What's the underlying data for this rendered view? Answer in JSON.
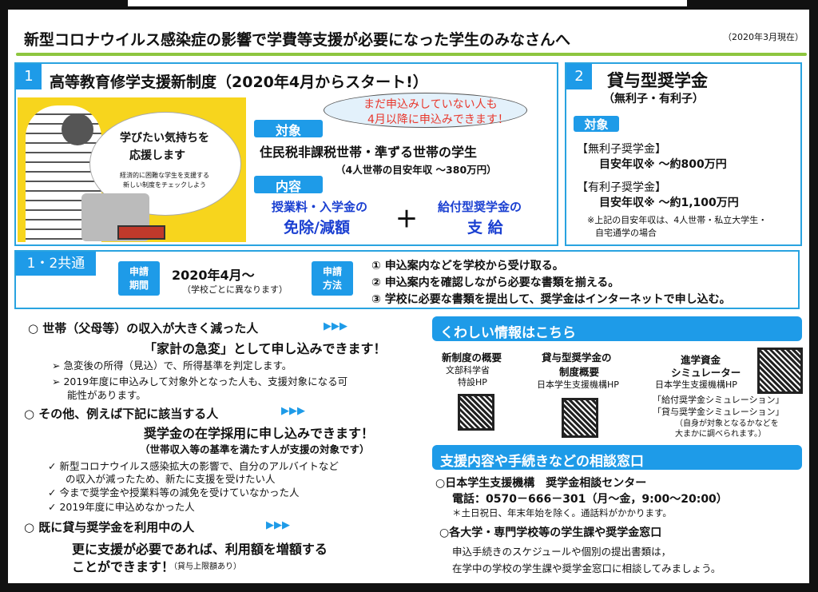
{
  "header": {
    "title": "新型コロナウイルス感染症の影響で学費等支援が必要になった学生のみなさんへ",
    "date": "（2020年3月現在）"
  },
  "section1": {
    "number": "1",
    "title": "高等教育修学支援新制度（2020年4月からスタート!）",
    "illustration": {
      "headline_1": "学びたい気持ちを",
      "headline_2": "応援します",
      "sub_1": "経済的に困難な学生を支援する",
      "sub_2": "新しい制度をチェックしよう"
    },
    "bubble_1": "まだ申込みしていない人も",
    "bubble_2": "4月以降に申込みできます！",
    "target_label": "対象",
    "target_text": "住民税非課税世帯・準ずる世帯の学生",
    "target_sub": "（4人世帯の目安年収 ～380万円）",
    "content_label": "内容",
    "content_a1": "授業料・入学金の",
    "content_a2": "免除/減額",
    "plus": "＋",
    "content_b1": "給付型奨学金の",
    "content_b2": "支 給"
  },
  "section2": {
    "number": "2",
    "title": "貸与型奨学金",
    "subtitle": "（無利子・有利子）",
    "target_label": "対象",
    "items": [
      {
        "name": "【無利子奨学金】",
        "income": "目安年収※ ～約800万円"
      },
      {
        "name": "【有利子奨学金】",
        "income": "目安年収※ ～約1,100万円"
      }
    ],
    "note_1": "※上記の目安年収は、4人世帯・私立大学生・",
    "note_2": "自宅通学の場合"
  },
  "common": {
    "label": "1・2共通",
    "period_label": "申請\n期間",
    "period": "2020年4月～",
    "period_sub": "（学校ごとに異なります）",
    "method_label": "申請\n方法",
    "steps": [
      "① 申込案内などを学校から受け取る。",
      "② 申込案内を確認しながら必要な書類を揃える。",
      "③ 学校に必要な書類を提出して、奨学金はインターネットで申し込む。"
    ]
  },
  "left": {
    "case1_title": "○  世帯（父母等）の収入が大きく減った人",
    "arrows": "▶▶▶",
    "case1_lead": "「家計の急変」として申し込みできます！",
    "case1_items": [
      "急変後の所得（見込）で、所得基準を判定します。",
      "2019年度に申込みして対象外となった人も、支援対象になる可",
      "能性があります。"
    ],
    "case2_title": "○ その他、例えば下記に該当する人",
    "case2_lead": "奨学金の在学採用に申し込みできます！",
    "case2_sub": "（世帯収入等の基準を満たす人が支援の対象です）",
    "case2_items": [
      "新型コロナウイルス感染拡大の影響で、自分のアルバイトなど",
      "の収入が減ったため、新たに支援を受けたい人",
      "今まで奨学金や授業料等の減免を受けていなかった人",
      "2019年度に申込めなかった人"
    ],
    "case3_title": "○  既に貸与奨学金を利用中の人",
    "case3_lead_1": "更に支援が必要であれば、利用額を増額する",
    "case3_lead_2": "ことができます！",
    "case3_note": "（貸与上限額あり）"
  },
  "info": {
    "header": "くわしい情報はこちら",
    "col1_title": "新制度の概要",
    "col1_sub1": "文部科学省",
    "col1_sub2": "特設HP",
    "col2_title1": "貸与型奨学金の",
    "col2_title2": "制度概要",
    "col2_sub": "日本学生支援機構HP",
    "col3_title1": "進学資金",
    "col3_title2": "シミュレーター",
    "col3_sub": "日本学生支援機構HP",
    "col3_l1": "「給付奨学金シミュレーション」",
    "col3_l2": "「貸与奨学金シミュレーション」",
    "col3_l3": "（自身が対象となるかなどを",
    "col3_l4": "大まかに調べられます。）"
  },
  "contact": {
    "header": "支援内容や手続きなどの相談窓口",
    "org": "○日本学生支援機構　奨学金相談センター",
    "phone": "電話：0570－666－301（月～金，9:00～20:00）",
    "phone_note": "＊土日祝日、年末年始を除く。通話料がかかります。",
    "org2": "○各大学・専門学校等の学生課や奨学金窓口",
    "org2_text1": "申込手続きのスケジュールや個別の提出書類は，",
    "org2_text2": "在学中の学校の学生課や奨学金窓口に相談してみましょう。"
  },
  "colors": {
    "accent": "#1e9be8",
    "green": "#8dc63f",
    "red": "#e8372c",
    "blue_text": "#1a3fd1",
    "yellow": "#f7d51d"
  }
}
